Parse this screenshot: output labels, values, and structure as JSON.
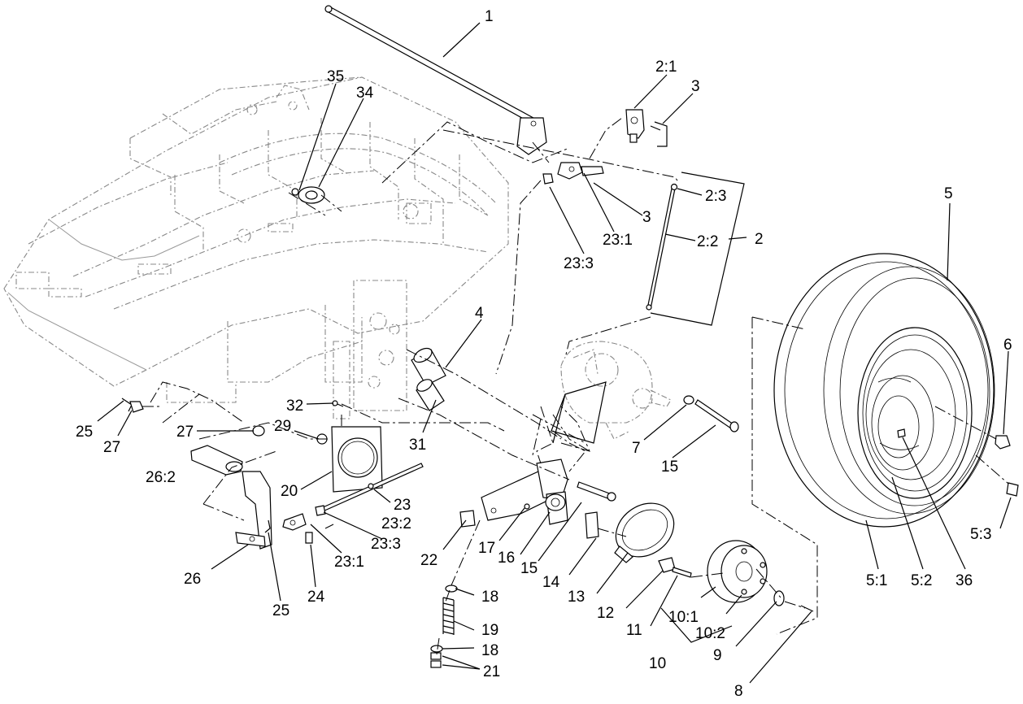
{
  "diagram": {
    "callouts": [
      {
        "id": "c1",
        "text": "1"
      },
      {
        "id": "c2_1",
        "text": "2:1"
      },
      {
        "id": "c3a",
        "text": "3"
      },
      {
        "id": "c35",
        "text": "35"
      },
      {
        "id": "c34",
        "text": "34"
      },
      {
        "id": "c2_3",
        "text": "2:3"
      },
      {
        "id": "c3b",
        "text": "3"
      },
      {
        "id": "c23_1a",
        "text": "23:1"
      },
      {
        "id": "c2_2",
        "text": "2:2"
      },
      {
        "id": "c2",
        "text": "2"
      },
      {
        "id": "c23_3a",
        "text": "23:3"
      },
      {
        "id": "c5",
        "text": "5"
      },
      {
        "id": "c4",
        "text": "4"
      },
      {
        "id": "c6",
        "text": "6"
      },
      {
        "id": "c25a",
        "text": "25"
      },
      {
        "id": "c27a",
        "text": "27"
      },
      {
        "id": "c32",
        "text": "32"
      },
      {
        "id": "c27b",
        "text": "27"
      },
      {
        "id": "c29",
        "text": "29"
      },
      {
        "id": "c31",
        "text": "31"
      },
      {
        "id": "c7",
        "text": "7"
      },
      {
        "id": "c15a",
        "text": "15"
      },
      {
        "id": "c26_2",
        "text": "26:2"
      },
      {
        "id": "c20",
        "text": "20"
      },
      {
        "id": "c23",
        "text": "23"
      },
      {
        "id": "c23_2",
        "text": "23:2"
      },
      {
        "id": "c23_3b",
        "text": "23:3"
      },
      {
        "id": "c23_1b",
        "text": "23:1"
      },
      {
        "id": "c22",
        "text": "22"
      },
      {
        "id": "c17",
        "text": "17"
      },
      {
        "id": "c16",
        "text": "16"
      },
      {
        "id": "c15b",
        "text": "15"
      },
      {
        "id": "c14",
        "text": "14"
      },
      {
        "id": "c13",
        "text": "13"
      },
      {
        "id": "c26",
        "text": "26"
      },
      {
        "id": "c25b",
        "text": "25"
      },
      {
        "id": "c24",
        "text": "24"
      },
      {
        "id": "c18a",
        "text": "18"
      },
      {
        "id": "c19",
        "text": "19"
      },
      {
        "id": "c18b",
        "text": "18"
      },
      {
        "id": "c21",
        "text": "21"
      },
      {
        "id": "c12",
        "text": "12"
      },
      {
        "id": "c11",
        "text": "11"
      },
      {
        "id": "c10_1",
        "text": "10:1"
      },
      {
        "id": "c10_2",
        "text": "10:2"
      },
      {
        "id": "c10",
        "text": "10"
      },
      {
        "id": "c9",
        "text": "9"
      },
      {
        "id": "c8",
        "text": "8"
      },
      {
        "id": "c5_1",
        "text": "5:1"
      },
      {
        "id": "c5_2",
        "text": "5:2"
      },
      {
        "id": "c36",
        "text": "36"
      },
      {
        "id": "c5_3",
        "text": "5:3"
      }
    ]
  }
}
